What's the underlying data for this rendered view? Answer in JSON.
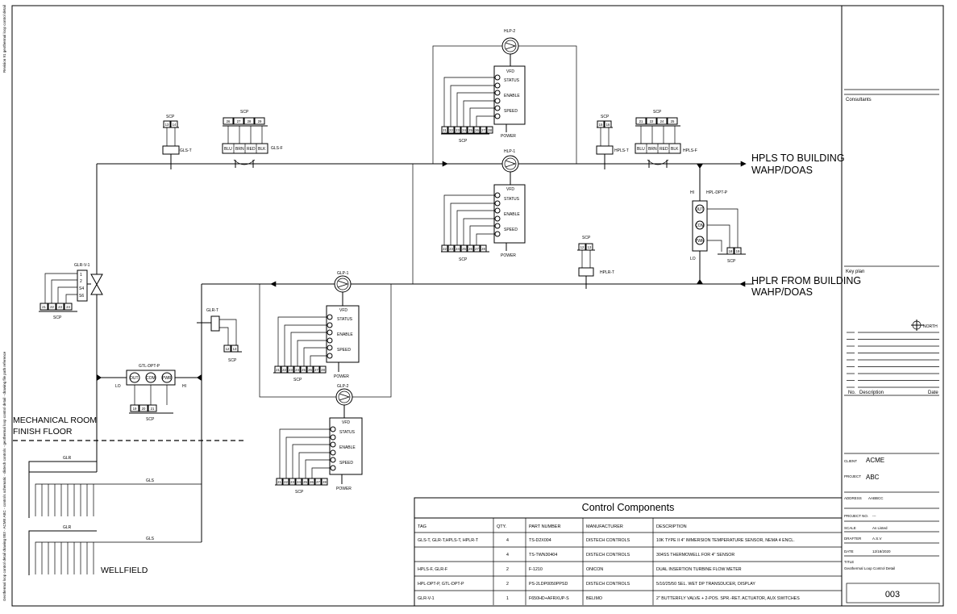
{
  "diagram": {
    "labels": {
      "hlp2": "HLP-2",
      "hlp1": "HLP-1",
      "glp1": "GLP-1",
      "glp2": "GLP-2",
      "vfd": "VFD",
      "status": "STATUS",
      "enable": "ENABLE",
      "speed": "SPEED",
      "power": "POWER",
      "scp": "SCP",
      "gls_t": "GLS-T",
      "gls_f": "GLS-F",
      "hpls_t": "HPLS-T",
      "hpls_f": "HPLS-F",
      "hplr_t": "HPLR-T",
      "glr_t": "GLR-T",
      "glr_v1": "GLR-V-1",
      "hpl_dpt_p": "HPL-DPT-P",
      "gtl_dpt_p": "GTL-DPT-P",
      "hi": "HI",
      "lo": "LO",
      "out": "OUT",
      "com": "COM",
      "pwr": "PWR",
      "blu": "BLU",
      "brn": "BRN",
      "red": "RED",
      "blk": "BLK",
      "hpls_to_line1": "HPLS TO BUILDING",
      "hpls_to_line2": "WAHP/DOAS",
      "hplr_from_line1": "HPLR FROM BUILDING",
      "hplr_from_line2": "WAHP/DOAS",
      "mech_line1": "MECHANICAL ROOM",
      "mech_line2": "FINISH FLOOR",
      "glr": "GLR",
      "gls": "GLS",
      "wellfield": "WELLFIELD",
      "v1": "1",
      "v2": "2",
      "vs4": "S4",
      "vs6": "S6"
    },
    "terminals": {
      "hlp2": [
        "21",
        "22",
        "23",
        "24",
        "25",
        "26",
        "27",
        "28"
      ],
      "hlp1": [
        "22",
        "23",
        "24",
        "25",
        "26",
        "27",
        "28"
      ],
      "glp1": [
        "21",
        "22",
        "23",
        "24",
        "25",
        "26",
        "27",
        "28"
      ],
      "glp2": [
        "21",
        "22",
        "23",
        "24",
        "25",
        "26",
        "27",
        "28"
      ],
      "gls_t": [
        "13",
        "14"
      ],
      "gls_f": [
        "26",
        "27",
        "28",
        "29"
      ],
      "hpls_t": [
        "15",
        "16"
      ],
      "hpls_f": [
        "21",
        "22",
        "24",
        "25"
      ],
      "hplr_t": [
        "12",
        "13"
      ],
      "glr_t": [
        "12",
        "13"
      ],
      "hpl_dpt": [
        "18",
        "19"
      ],
      "gtl_dpt": [
        "19",
        "20",
        "21"
      ],
      "glr_v1": [
        "21",
        "22",
        "23",
        "24"
      ]
    }
  },
  "title_block": {
    "consultants": "Consultants",
    "key_plan": "Key plan",
    "north": "NORTH",
    "rev_no": "No.",
    "rev_desc": "Description",
    "rev_date": "Date",
    "client_label": "CLIENT",
    "client": "ACME",
    "project_label": "PROJECT",
    "project": "ABC",
    "address_label": "ADDRESS",
    "address": "AABBCC",
    "project_no_label": "PROJECT NO.",
    "project_no": "---",
    "scale_label": "SCALE",
    "scale": "As Listed",
    "drafter_label": "DRAFTER",
    "drafter": "A.S.V",
    "date_label": "DATE",
    "date": "12/18/2020",
    "title_label": "TITLE",
    "title": "Geothermal Loop Control Detail",
    "sheet": "003"
  },
  "components": {
    "title": "Control Components",
    "headers": [
      "TAG",
      "QTY.",
      "PART NUMBER",
      "MANUFACTURER",
      "DESCRIPTION"
    ],
    "rows": [
      [
        "GLS-T, GLR-T,HPLS-T, HPLR-T",
        "4",
        "TS-D2X004",
        "DISTECH CONTROLS",
        "10K TYPE II 4\" IMMERSION TEMPERATURE SENSOR, NEMA 4 ENCL."
      ],
      [
        "",
        "4",
        "TS-TWN30404",
        "DISTECH CONTROLS",
        "304SS THERMOWELL FOR 4\" SENSOR"
      ],
      [
        "HPLS-F, GLR-F",
        "2",
        "F-1210",
        "ONICON",
        "DUAL INSERTION TURBINE FLOW METER"
      ],
      [
        "HPL-DPT-P, GTL-DPT-P",
        "2",
        "PS-2LDP0050PPSD",
        "DISTECH CONTROLS",
        "5/10/25/50 SEL. WET DP TRANSDUCER, DISPLAY"
      ],
      [
        "GLR-V-1",
        "1",
        "F650HD+AFRXUP-S",
        "BELIMO",
        "2\" BUTTERFLY VALVE + 2-POS. SPR.-RET. ACTUATOR, AUX SWITCHES"
      ]
    ]
  },
  "margin": {
    "left_top": "Revision 91 geothermal loop control detail",
    "left_main": "Geothermal loop control detail drawing 003 - ACME ABC - controls schematic - distech controls - geothermal loop control detail - drawing file path reference"
  }
}
